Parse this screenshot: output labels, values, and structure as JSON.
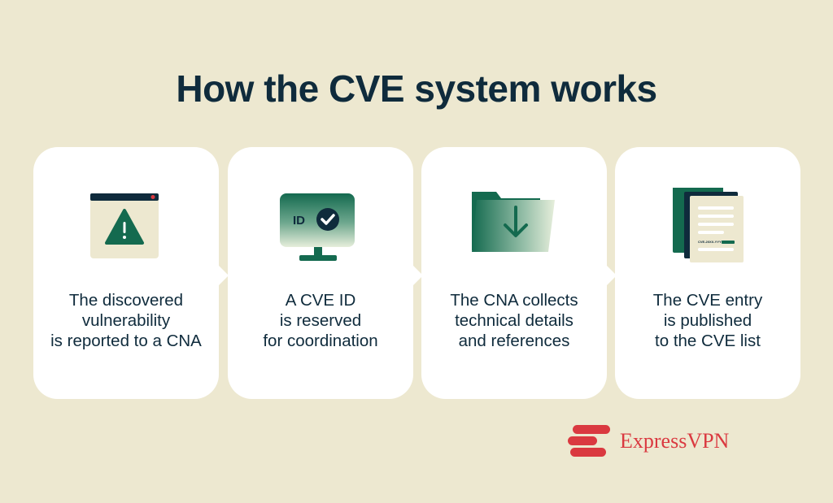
{
  "title": "How the CVE system works",
  "steps": [
    {
      "label": "The discovered\nvulnerability\nis reported to a CNA",
      "icon": "browser-warning-icon"
    },
    {
      "label": "A CVE ID\nis reserved\nfor coordination",
      "icon": "monitor-id-check-icon",
      "icon_text": "ID"
    },
    {
      "label": "The CNA collects\ntechnical details\nand references",
      "icon": "folder-download-icon"
    },
    {
      "label": "The CVE entry\nis published\nto the CVE list",
      "icon": "document-stack-icon",
      "icon_text": "CVE-20XX-YYYY"
    }
  ],
  "brand": {
    "name": "ExpressVPN",
    "color": "#da3940"
  },
  "colors": {
    "background": "#ede8d0",
    "card": "#ffffff",
    "dark_green": "#146a4f",
    "navy": "#0f2b3c"
  }
}
